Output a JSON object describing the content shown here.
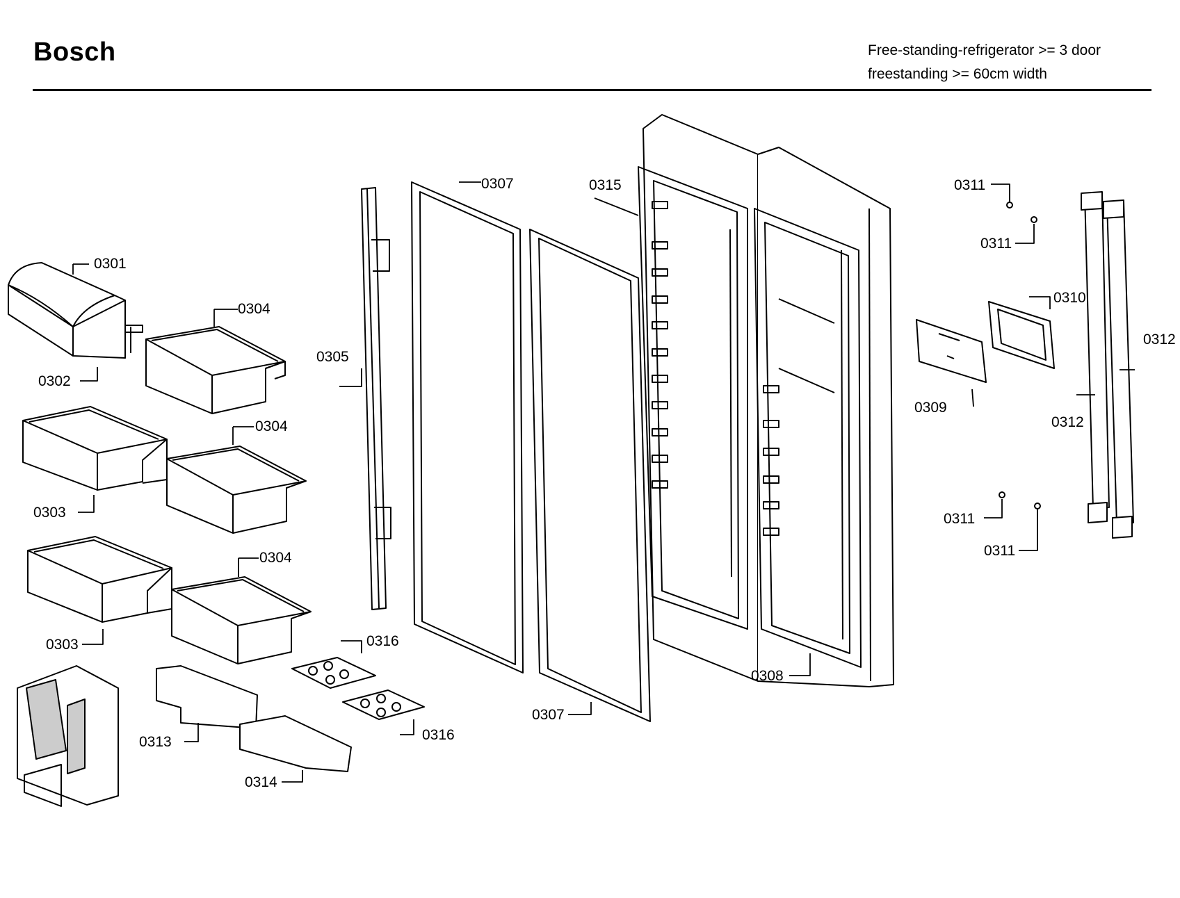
{
  "header": {
    "brand": "Bosch",
    "description_line1": "Free-standing-refrigerator >= 3 door",
    "description_line2": "freestanding >= 60cm width"
  },
  "callouts": {
    "c0301": "0301",
    "c0302": "0302",
    "c0303a": "0303",
    "c0303b": "0303",
    "c0304a": "0304",
    "c0304b": "0304",
    "c0304c": "0304",
    "c0305": "0305",
    "c0307a": "0307",
    "c0307b": "0307",
    "c0308": "0308",
    "c0309": "0309",
    "c0310": "0310",
    "c0311a": "0311",
    "c0311b": "0311",
    "c0311c": "0311",
    "c0311d": "0311",
    "c0312a": "0312",
    "c0312b": "0312",
    "c0313": "0313",
    "c0314": "0314",
    "c0315": "0315",
    "c0316a": "0316",
    "c0316b": "0316"
  }
}
